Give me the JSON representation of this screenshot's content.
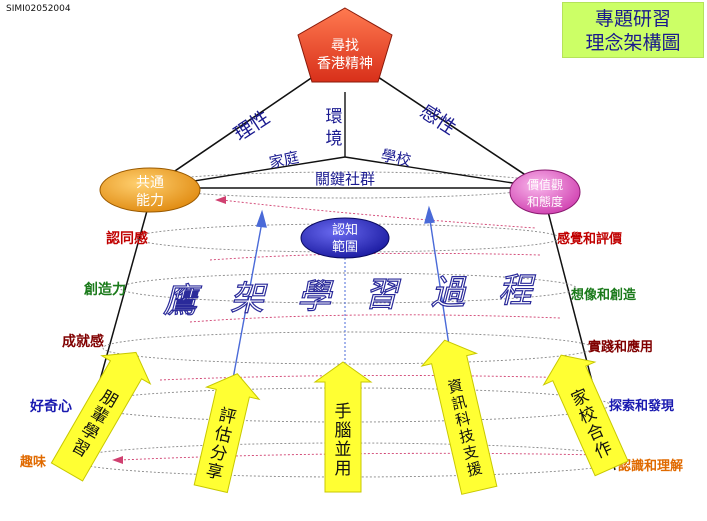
{
  "header": {
    "id_text": "SIMI02052004"
  },
  "title": {
    "line1": "專題研習",
    "line2": "理念架構圖"
  },
  "colors": {
    "pentagon": "#e8462a",
    "left_node": "#f0a020",
    "right_node": "#e060c0",
    "center_node": "#2a2ab8",
    "title_bg": "#ccff66",
    "arrow_fill": "#ffff33",
    "left_labels": [
      "#c00000",
      "#1a7a1a",
      "#800000",
      "#1a1ab0",
      "#e06a00"
    ]
  },
  "nodes": {
    "top": {
      "line1": "尋找",
      "line2": "香港精神"
    },
    "left": {
      "line1": "共通",
      "line2": "能力"
    },
    "right": {
      "line1": "價值觀",
      "line2": "和態度"
    },
    "center": {
      "line1": "認知",
      "line2": "範圍"
    }
  },
  "triangle_labels": {
    "rationality": "理性",
    "sensibility": "感性",
    "environment": "環境",
    "family": "家庭",
    "school": "學校",
    "key_community": "關鍵社群"
  },
  "process_label": "鷹架學習過程",
  "left_labels": [
    "認同感",
    "創造力",
    "成就感",
    "好奇心",
    "趣味"
  ],
  "right_labels": [
    "感覺和評價",
    "想像和創造",
    "實踐和應用",
    "探索和發現",
    "認識和理解"
  ],
  "arrows": [
    "朋輩學習",
    "評估分享",
    "手腦並用",
    "資訊科技支援",
    "家校合作"
  ]
}
